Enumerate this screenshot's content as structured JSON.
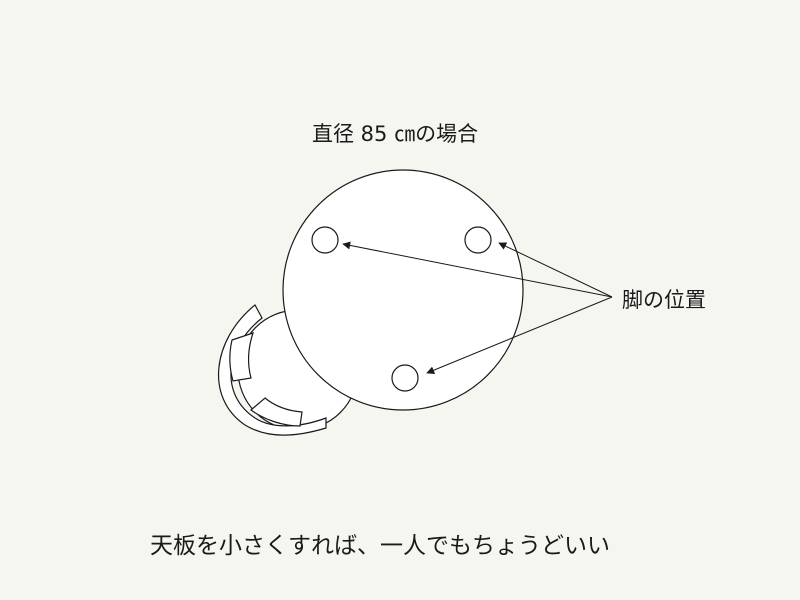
{
  "diagram": {
    "title": "直径 85 ㎝の場合",
    "legs_label": "脚の位置",
    "caption": "天板を小さくすれば、一人でもちょうどいい",
    "colors": {
      "background": "#f6f6f1",
      "line": "#1a1a1a",
      "fill": "#ffffff"
    }
  }
}
